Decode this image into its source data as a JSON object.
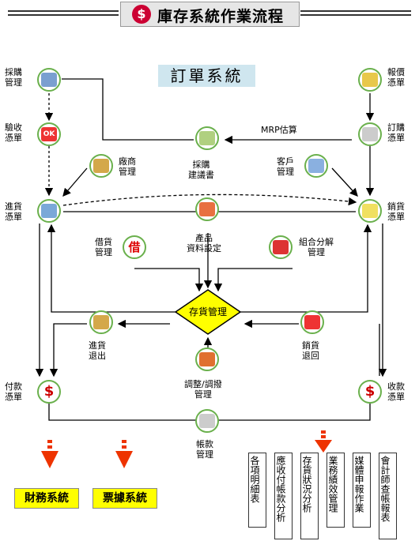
{
  "title": "庫存系統作業流程",
  "order_system": "訂單系統",
  "nodes": {
    "purchase_order": [
      "採購",
      "管理"
    ],
    "inspection": [
      "驗收",
      "憑單"
    ],
    "receiving": [
      "進貨",
      "憑單"
    ],
    "payment": [
      "付款",
      "憑單"
    ],
    "quotation": [
      "報價",
      "憑單"
    ],
    "sales_order": [
      "訂購",
      "憑單"
    ],
    "shipping": [
      "銷貨",
      "憑單"
    ],
    "collection": [
      "收款",
      "憑單"
    ],
    "vendor": [
      "廠商",
      "管理"
    ],
    "purchase_suggestion": [
      "採購",
      "建議書"
    ],
    "customer": [
      "客戶",
      "管理"
    ],
    "product": [
      "產品",
      "資料設定"
    ],
    "borrowing": [
      "借貨",
      "管理"
    ],
    "assembly": [
      "組合分解",
      "管理"
    ],
    "purchase_return": [
      "進貨",
      "退出"
    ],
    "sales_return": [
      "銷貨",
      "退回"
    ],
    "adjust_transfer": [
      "調整/調撥",
      "管理"
    ],
    "accounts": [
      "帳款",
      "管理"
    ]
  },
  "mrp_label": "MRP估算",
  "inventory": "存貨管理",
  "reports": [
    "各項明細表",
    "應收付帳款分析",
    "存貨狀況分析",
    "業務績效管理",
    "媒體申報作業",
    "會計師查帳報表"
  ],
  "outputs": [
    "財務系統",
    "票據系統"
  ],
  "icon_glyphs": {
    "borrow": "借",
    "ok": "OK",
    "dollar": "$"
  }
}
